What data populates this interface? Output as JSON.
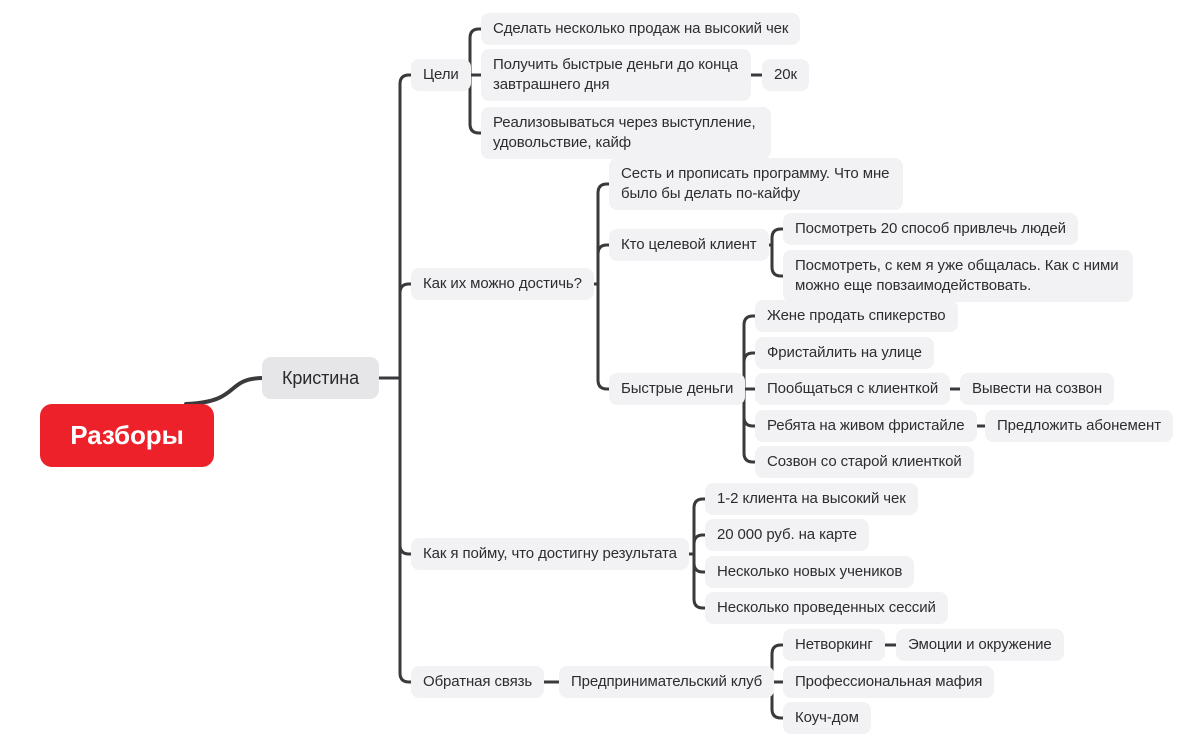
{
  "colors": {
    "canvas_bg": "#FFFFFF",
    "root_bg": "#ED2129",
    "root_text": "#FFFFFF",
    "main_topic_bg": "#E6E6E8",
    "node_bg": "#F2F2F4",
    "node_text": "#2D2D2F",
    "connector": "#3A3A3C"
  },
  "root": {
    "label": "Разборы"
  },
  "topic": {
    "label": "Кристина"
  },
  "branches": [
    {
      "label": "Цели",
      "children": [
        {
          "label": "Сделать несколько продаж на высокий чек"
        },
        {
          "label": "Получить быстрые деньги до конца завтрашнего дня",
          "children": [
            {
              "label": "20к"
            }
          ]
        },
        {
          "label": "Реализовываться через выступление, удовольствие, кайф"
        }
      ]
    },
    {
      "label": "Как их можно достичь?",
      "children": [
        {
          "label": "Сесть и прописать программу. Что мне было бы делать по-кайфу"
        },
        {
          "label": "Кто целевой клиент",
          "children": [
            {
              "label": "Посмотреть 20 способ привлечь людей"
            },
            {
              "label": "Посмотреть, с кем я уже общалась. Как с ними можно еще повзаимодействовать."
            }
          ]
        },
        {
          "label": "Быстрые деньги",
          "children": [
            {
              "label": "Жене продать спикерство"
            },
            {
              "label": "Фристайлить на улице"
            },
            {
              "label": "Пообщаться с клиенткой",
              "children": [
                {
                  "label": "Вывести на созвон"
                }
              ]
            },
            {
              "label": "Ребята на живом фристайле",
              "children": [
                {
                  "label": "Предложить абонемент"
                }
              ]
            },
            {
              "label": "Созвон со старой клиенткой"
            }
          ]
        }
      ]
    },
    {
      "label": "Как я пойму, что достигну результата",
      "children": [
        {
          "label": "1-2 клиента на высокий чек"
        },
        {
          "label": "20 000 руб. на карте"
        },
        {
          "label": "Несколько новых учеников"
        },
        {
          "label": "Несколько проведенных сессий"
        }
      ]
    },
    {
      "label": "Обратная связь",
      "children": [
        {
          "label": "Предпринимательский клуб",
          "children": [
            {
              "label": "Нетворкинг",
              "children": [
                {
                  "label": "Эмоции и окружение"
                }
              ]
            },
            {
              "label": "Профессиональная мафия"
            },
            {
              "label": "Коуч-дом"
            }
          ]
        }
      ]
    }
  ]
}
